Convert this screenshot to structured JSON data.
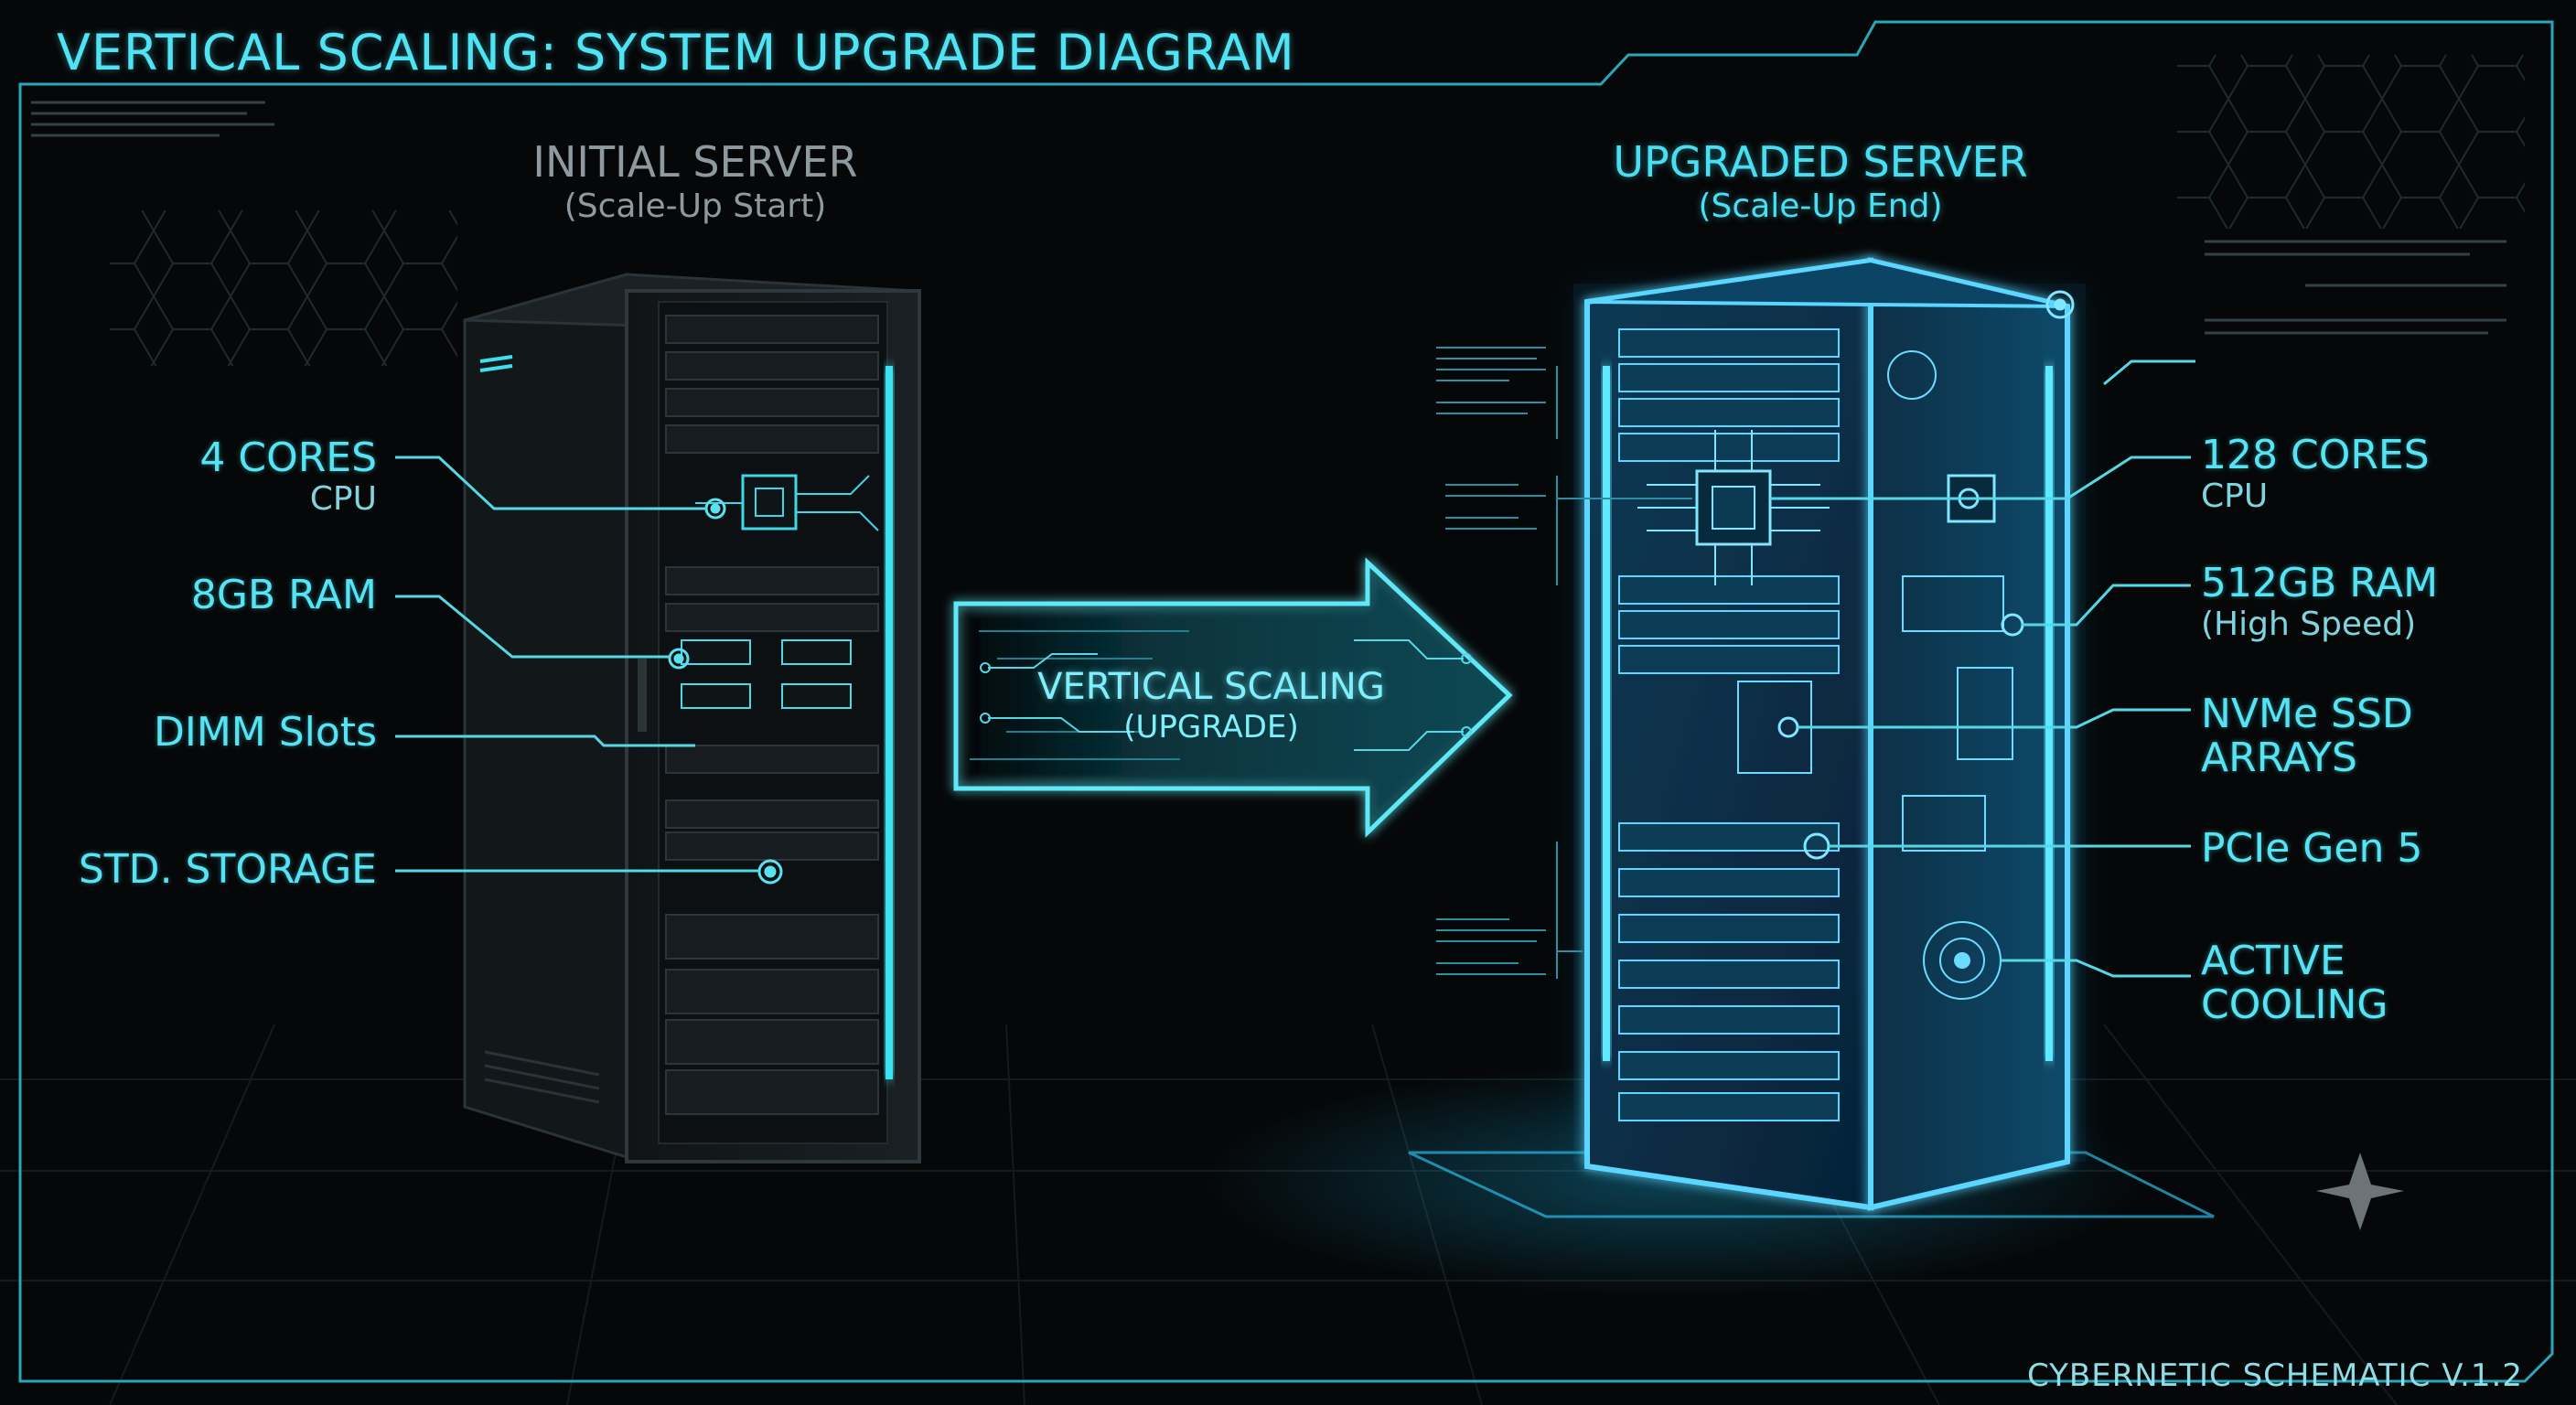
{
  "header": {
    "title": "VERTICAL SCALING: SYSTEM UPGRADE DIAGRAM"
  },
  "initial_server": {
    "title": "INITIAL SERVER",
    "subtitle": "(Scale-Up Start)",
    "labels": {
      "cpu_main": "4 CORES",
      "cpu_sub": "CPU",
      "ram": "8GB RAM",
      "dimm": "DIMM Slots",
      "storage": "STD. STORAGE"
    }
  },
  "arrow": {
    "label": "VERTICAL SCALING",
    "sublabel": "(UPGRADE)"
  },
  "upgraded_server": {
    "title": "UPGRADED SERVER",
    "subtitle": "(Scale-Up End)",
    "labels": {
      "cpu_main": "128 CORES",
      "cpu_sub": "CPU",
      "ram_main": "512GB RAM",
      "ram_sub": "(High Speed)",
      "ssd_line1": "NVMe SSD",
      "ssd_line2": "ARRAYS",
      "pcie": "PCIe Gen 5",
      "cooling_line1": "ACTIVE",
      "cooling_line2": "COOLING"
    }
  },
  "footer": {
    "text": "CYBERNETIC SCHEMATIC V.1.2"
  },
  "colors": {
    "background": "#050708",
    "accent": "#4fe3f3",
    "glow": "#1fb8ff",
    "muted": "#8e9aa0"
  }
}
